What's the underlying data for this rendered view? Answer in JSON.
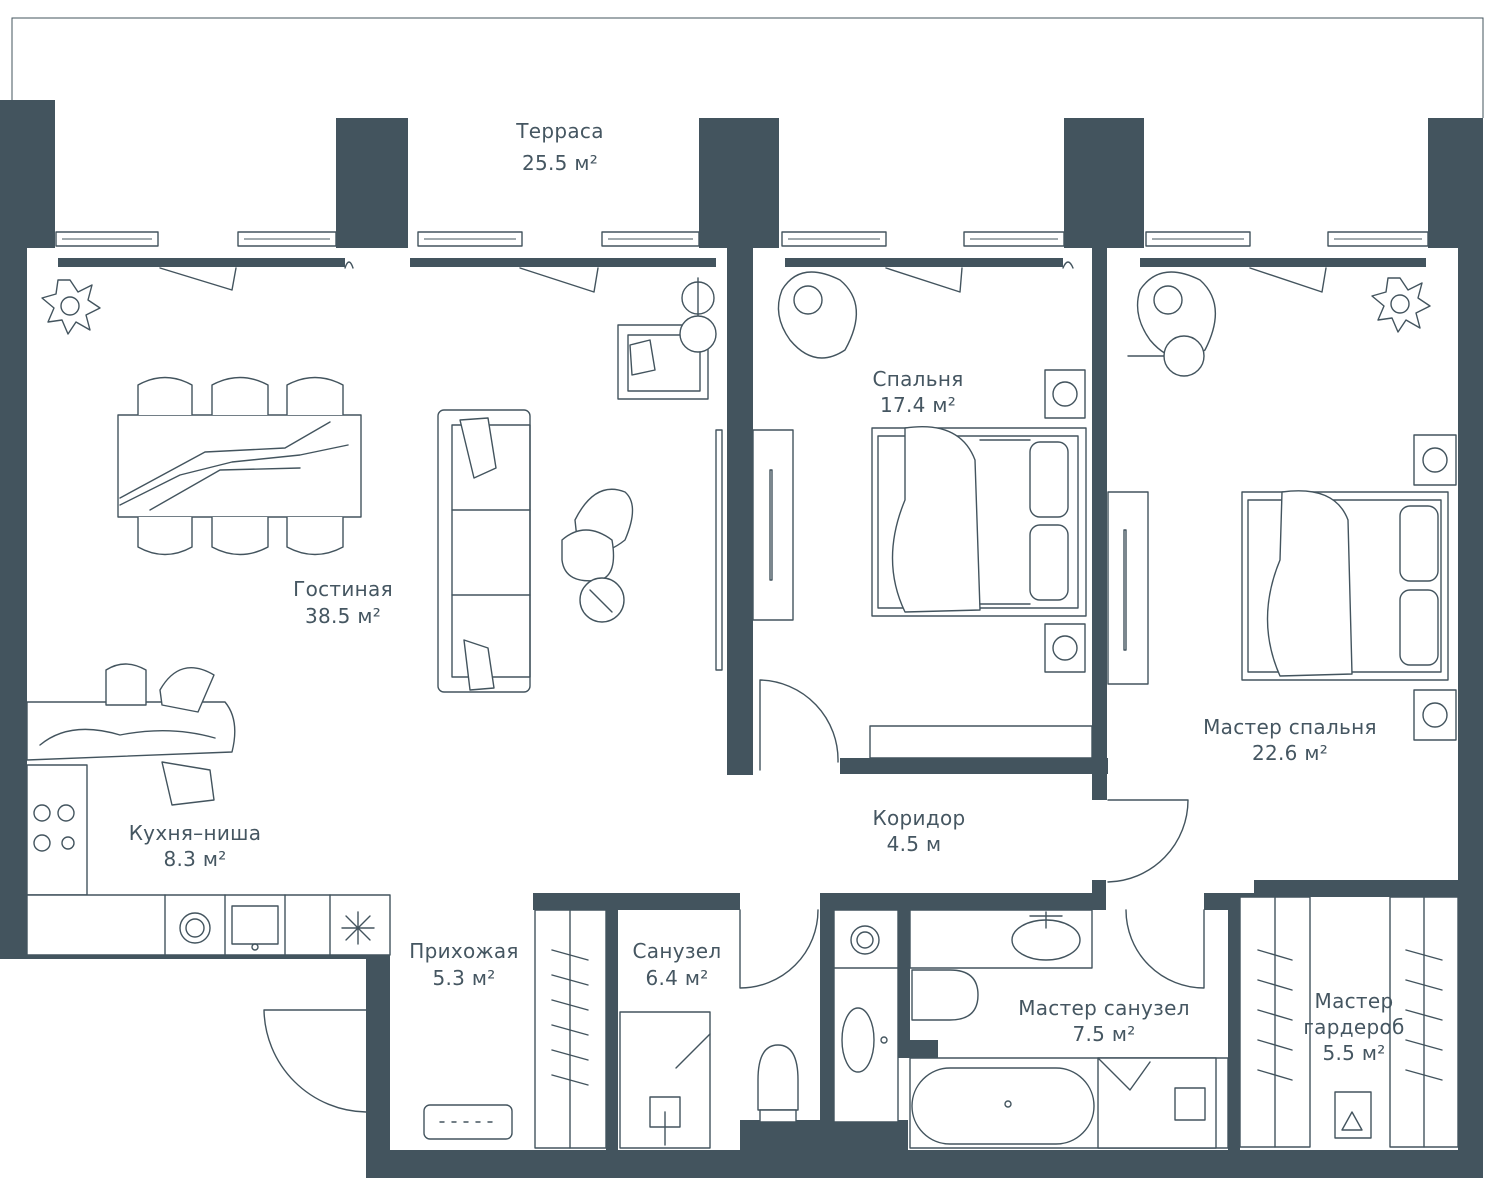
{
  "rooms": {
    "terrace": {
      "name": "Терраса",
      "area": "25.5 м²"
    },
    "living": {
      "name": "Гостиная",
      "area": "38.5 м²"
    },
    "bedroom": {
      "name": "Спальня",
      "area": "17.4 м²"
    },
    "master_bedroom": {
      "name": "Мастер спальня",
      "area": "22.6 м²"
    },
    "kitchen": {
      "name": "Кухня–ниша",
      "area": "8.3 м²"
    },
    "corridor": {
      "name": "Коридор",
      "area": "4.5 м"
    },
    "hallway": {
      "name": "Прихожая",
      "area": "5.3 м²"
    },
    "bathroom": {
      "name": "Санузел",
      "area": "6.4 м²"
    },
    "master_bathroom": {
      "name": "Мастер санузел",
      "area": "7.5 м²"
    },
    "master_wardrobe": {
      "name": "Мастер",
      "name2": "гардероб",
      "area": "5.5 м²"
    }
  },
  "colors": {
    "wall": "#43545e",
    "line": "#43545e",
    "text": "#455661",
    "background": "#ffffff"
  }
}
